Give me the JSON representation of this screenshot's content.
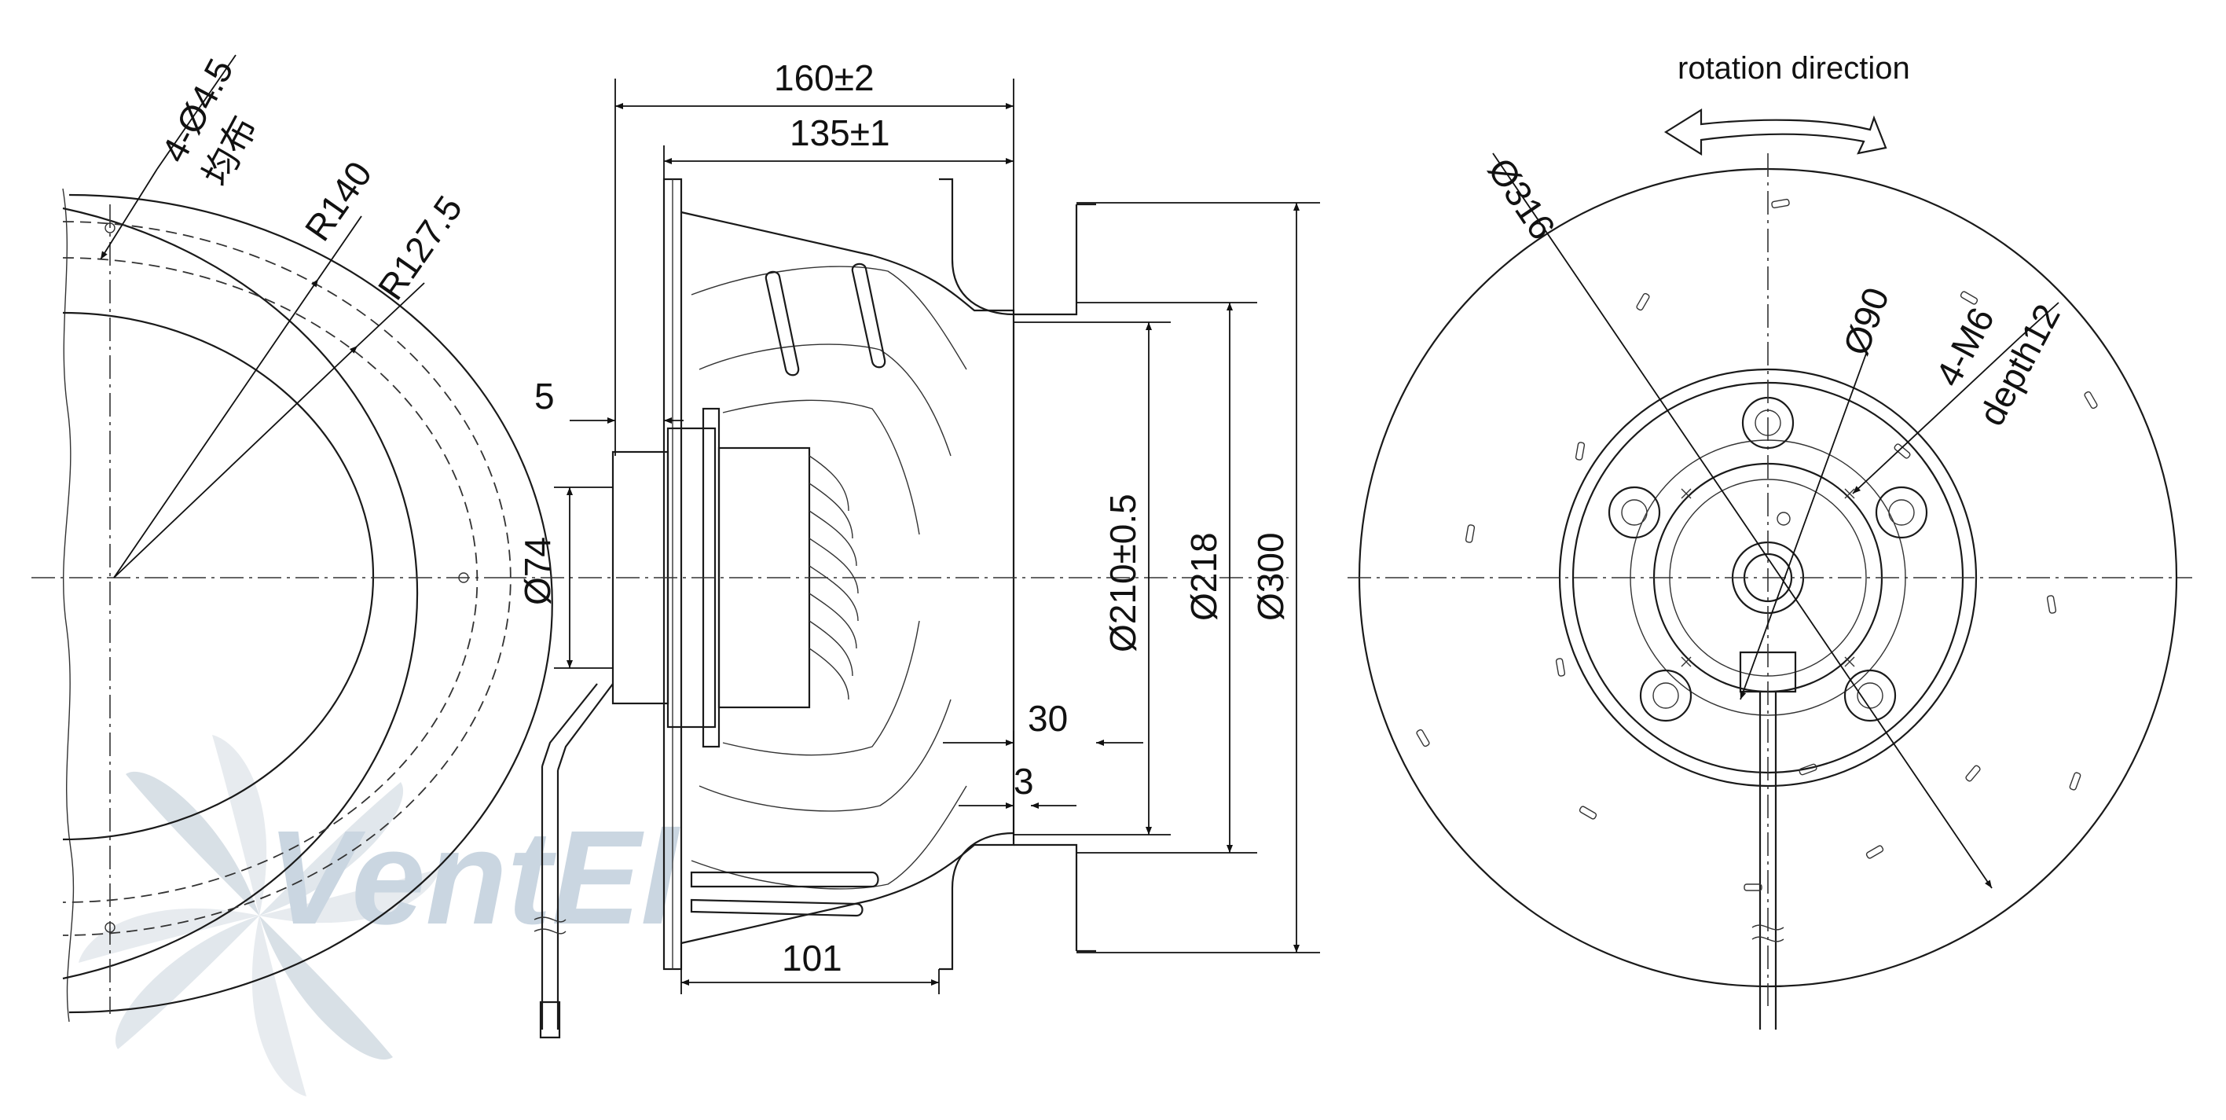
{
  "labels": {
    "bolt_holes": "4-Ø4.5",
    "bolt_holes_note": "均布",
    "r140": "R140",
    "r127_5": "R127.5",
    "overall_depth": "160±2",
    "impeller_depth": "135±1",
    "flange_thickness": "5",
    "motor_dia": "Ø74",
    "d210": "Ø210±0.5",
    "d218": "Ø218",
    "d300": "Ø300",
    "inlet_depth": "30",
    "inlet_lip": "3",
    "motor_length": "101",
    "rotation": "rotation direction",
    "d316": "Ø316",
    "d90": "Ø90",
    "thread": "4-M6",
    "thread_depth": "depth12"
  },
  "watermark": {
    "text": "VentEl",
    "color_main": "#9fb4c8",
    "color_accent": "#2b9be0"
  },
  "colors": {
    "line": "#1a1a1a"
  }
}
